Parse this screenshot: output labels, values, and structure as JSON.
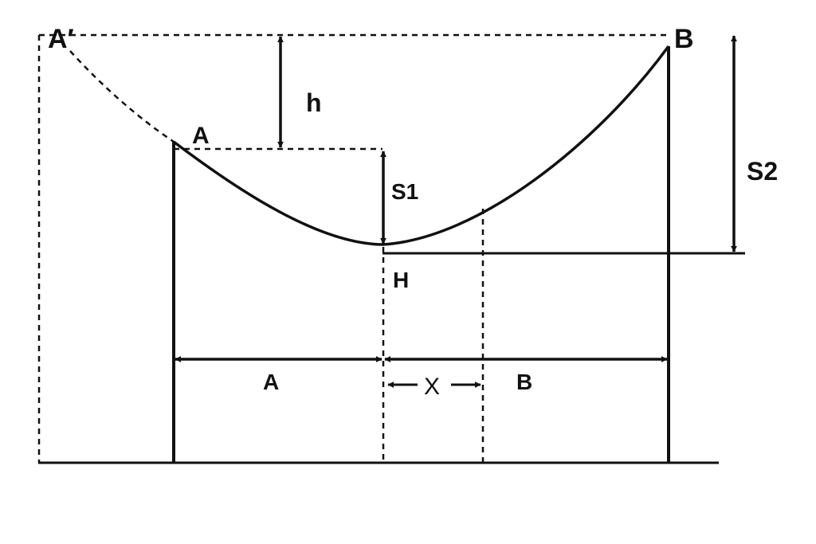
{
  "labels": {
    "a_prime": "A′",
    "b_top": "B",
    "h": "h",
    "a_top": "A",
    "s1": "S1",
    "s2": "S2",
    "h_low": "H",
    "a_span": "A",
    "x_span": "X",
    "b_span": "B"
  },
  "colors": {
    "stroke": "#111111",
    "background": "#ffffff"
  }
}
